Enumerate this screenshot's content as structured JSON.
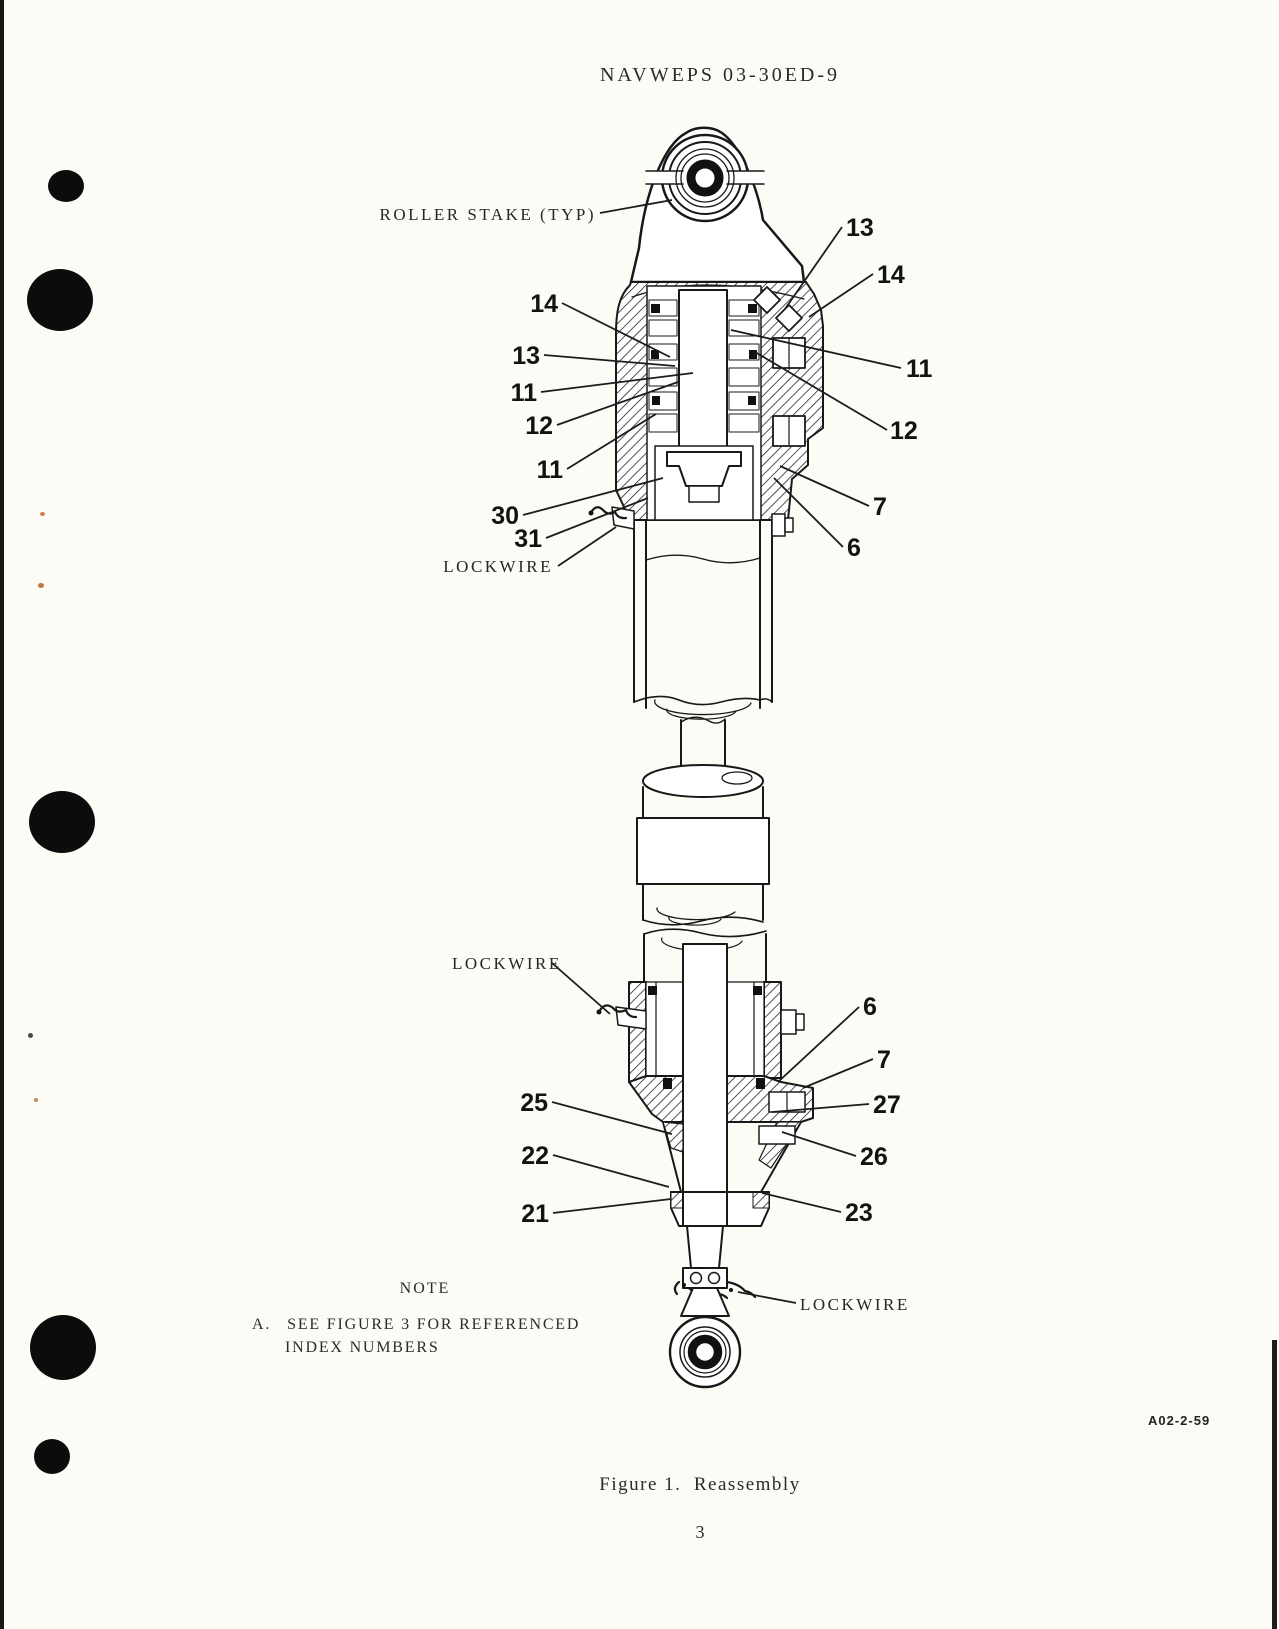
{
  "page": {
    "header": "NAVWEPS 03-30ED-9",
    "figure_caption": "Figure 1.  Reassembly",
    "page_number": "3",
    "doc_code": "A02-2-59"
  },
  "note": {
    "title": "NOTE",
    "item_label": "A.",
    "line1": "SEE FIGURE 3 FOR REFERENCED",
    "line2": "INDEX NUMBERS"
  },
  "labels": {
    "roller_stake": "ROLLER STAKE (TYP)",
    "lockwire": "LOCKWIRE"
  },
  "callouts": {
    "right_13": "13",
    "right_14": "14",
    "right_11": "11",
    "right_12": "12",
    "right_7": "7",
    "right_6": "6",
    "left_14": "14",
    "left_13": "13",
    "left_11a": "11",
    "left_12": "12",
    "left_11b": "11",
    "left_30": "30",
    "left_31": "31",
    "lower_6": "6",
    "lower_7": "7",
    "lower_25": "25",
    "lower_27": "27",
    "lower_26": "26",
    "lower_22": "22",
    "lower_21": "21",
    "lower_23": "23"
  },
  "colors": {
    "ink": "#181818",
    "paper": "#fcfbf6"
  }
}
